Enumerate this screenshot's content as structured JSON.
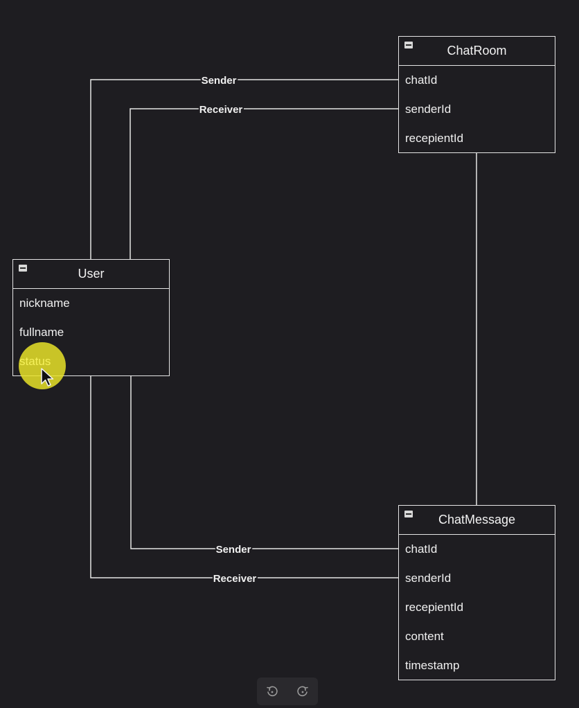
{
  "entities": {
    "chatroom": {
      "title": "ChatRoom",
      "fields": [
        "chatId",
        "senderId",
        "recepientId"
      ]
    },
    "user": {
      "title": "User",
      "fields": [
        "nickname",
        "fullname",
        "status"
      ]
    },
    "chatmessage": {
      "title": "ChatMessage",
      "fields": [
        "chatId",
        "senderId",
        "recepientId",
        "content",
        "timestamp"
      ]
    }
  },
  "relationships": {
    "user_chatroom_sender": "Sender",
    "user_chatroom_receiver": "Receiver",
    "user_chatmessage_sender": "Sender",
    "user_chatmessage_receiver": "Receiver"
  },
  "toolbar": {
    "undo_icon": "undo-icon",
    "redo_icon": "redo-icon"
  },
  "colors": {
    "background": "#1e1d21",
    "stroke": "#e6e6e6",
    "highlight": "#e8e228"
  }
}
